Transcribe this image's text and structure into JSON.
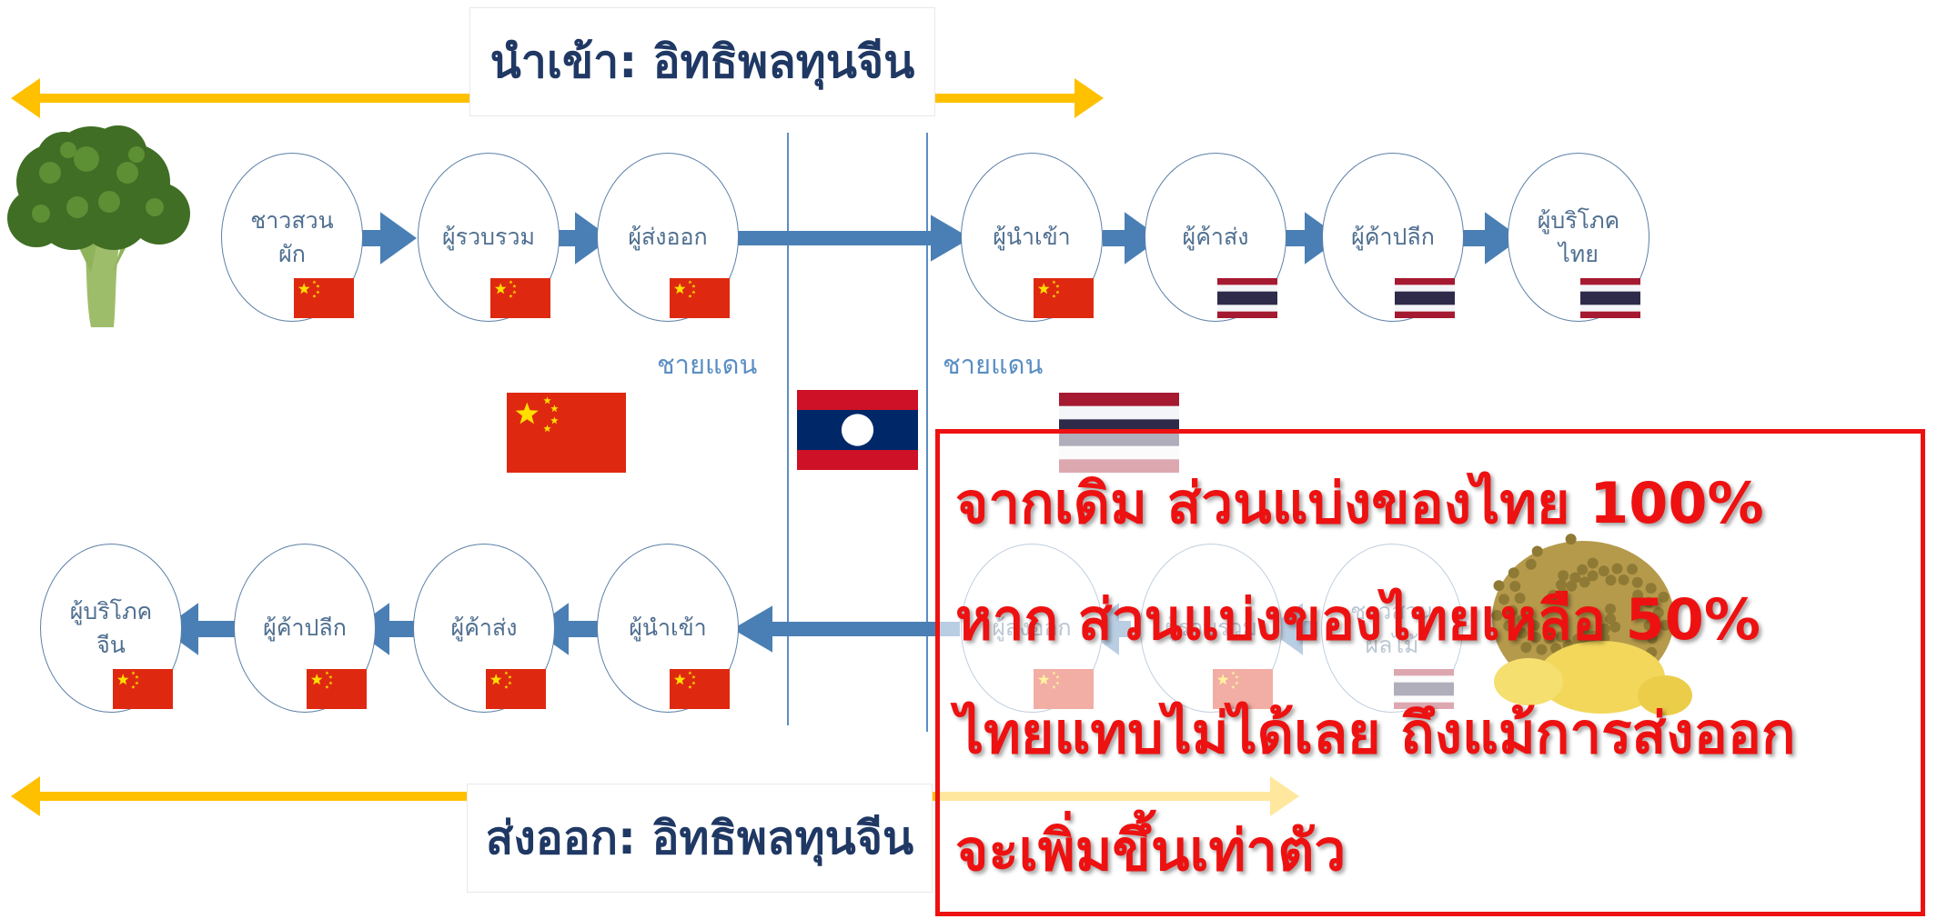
{
  "import_title": "นำเข้า: อิทธิพลทุนจีน",
  "export_title": "ส่งออก: อิทธิพลทุนจีน",
  "import_chain": [
    {
      "label": "ชาวสวน\nผัก",
      "flag": "china"
    },
    {
      "label": "ผู้รวบรวม",
      "flag": "china"
    },
    {
      "label": "ผู้ส่งออก",
      "flag": "china"
    },
    {
      "label": "ผู้นำเข้า",
      "flag": "china"
    },
    {
      "label": "ผู้ค้าส่ง",
      "flag": "thailand"
    },
    {
      "label": "ผู้ค้าปลีก",
      "flag": "thailand"
    },
    {
      "label": "ผู้บริโภค\nไทย",
      "flag": "thailand"
    }
  ],
  "export_chain": [
    {
      "label": "ผู้บริโภค\nจีน",
      "flag": "china"
    },
    {
      "label": "ผู้ค้าปลีก",
      "flag": "china"
    },
    {
      "label": "ผู้ค้าส่ง",
      "flag": "china"
    },
    {
      "label": "ผู้นำเข้า",
      "flag": "china"
    },
    {
      "label": "ผู้ส่งออก",
      "flag": "china"
    },
    {
      "label": "ผู้รวบรวม",
      "flag": "china"
    },
    {
      "label": "ชาวสวน\nผลไม้",
      "flag": "thailand"
    }
  ],
  "border_labels": [
    "ชายแดน",
    "ชายแดน"
  ],
  "countries": [
    "china",
    "laos",
    "thailand"
  ],
  "note_lines": [
    "จากเดิม ส่วนแบ่งของไทย 100%",
    "หาก ส่วนแบ่งของไทยเหลือ 50%",
    "ไทยแทบไม่ได้เลย ถึงแม้การส่งออก",
    "จะเพิ่มขึ้นเท่าตัว"
  ],
  "icons": [
    "broccoli-icon",
    "durian-icon"
  ],
  "colors": {
    "title": "#1f3864",
    "banner_arrow": "#ffc000",
    "flow_arrow": "#4a7fb5",
    "node_border": "#5b7fa6",
    "node_text": "#4f6f90",
    "border_text": "#5b8ec2",
    "note": "#ee1111"
  }
}
